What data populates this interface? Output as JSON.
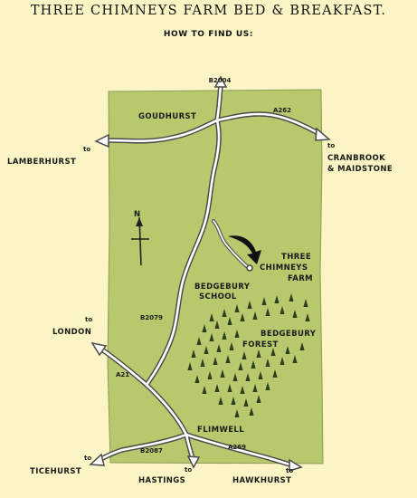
{
  "header": {
    "title": "THREE CHIMNEYS FARM BED & BREAKFAST.",
    "subtitle": "HOW TO FIND US:"
  },
  "map": {
    "colors": {
      "background": "#fbf5c5",
      "land": "#b7c96c",
      "road_outline": "#4a4a4a",
      "road_fill": "#ffffff",
      "trees": "#2e3d1c"
    },
    "labels": {
      "b2004": "B2004",
      "goudhurst": "GOUDHURST",
      "a262": "A262",
      "to_lamberhurst_to": "to",
      "lamberhurst": "LAMBERHURST",
      "to_cranbrook_to": "to",
      "cranbrook": "CRANBROOK",
      "maidstone": "& MAIDSTONE",
      "north": "N",
      "farm_line1": "THREE",
      "farm_line2": "CHIMNEYS",
      "farm_line3": "FARM",
      "school_line1": "BEDGEBURY",
      "school_line2": "SCHOOL",
      "b2079": "B2079",
      "to_london_to": "to",
      "london": "LONDON",
      "forest_line1": "BEDGEBURY",
      "forest_line2": "FOREST",
      "a21": "A21",
      "flimwell": "FLIMWELL",
      "b2087": "B2087",
      "a269": "A269",
      "to_ticehurst_to": "to",
      "ticehurst": "TICEHURST",
      "to_hastings_to": "to",
      "hastings": "HASTINGS",
      "to_hawkhurst_to": "to",
      "hawkhurst": "HAWKHURST"
    }
  }
}
